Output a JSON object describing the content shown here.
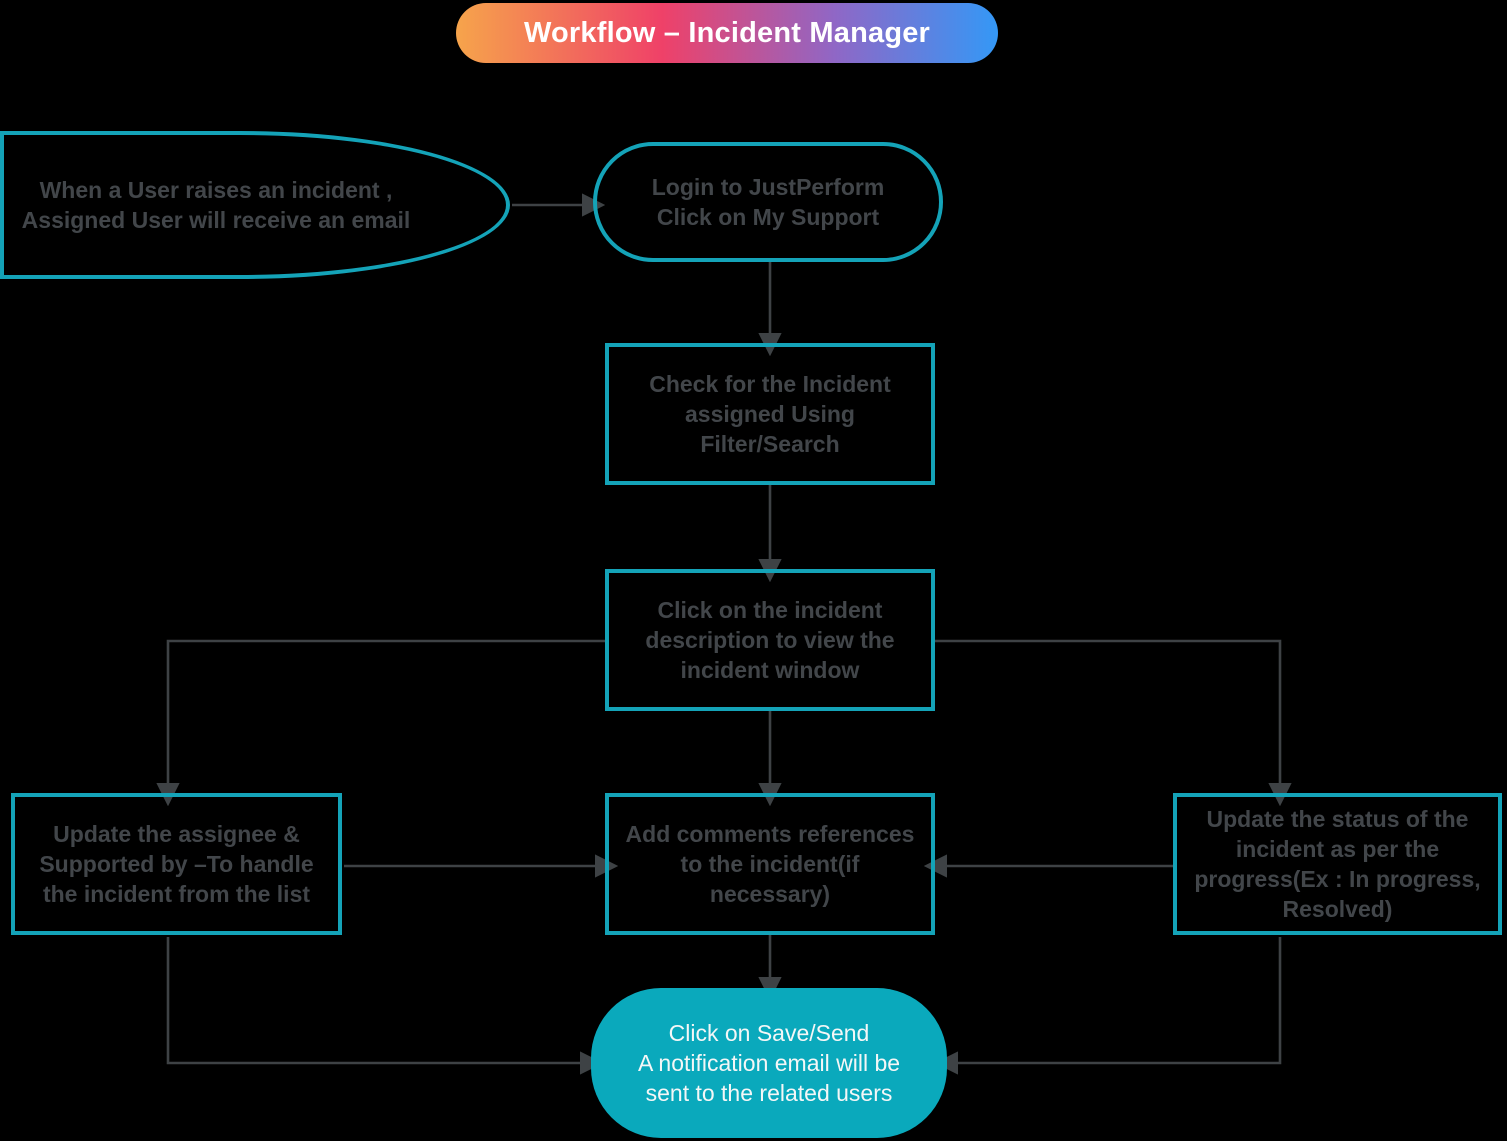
{
  "title": "Workflow – Incident Manager",
  "nodes": {
    "start": {
      "label": "When a User raises an incident ,\nAssigned User will receive an email"
    },
    "login": {
      "label": "Login to JustPerform\nClick on My Support"
    },
    "check": {
      "label": "Check for the Incident\nassigned Using\nFilter/Search"
    },
    "view": {
      "label": "Click on the incident\ndescription to view the\nincident window"
    },
    "assignee": {
      "label": "Update the assignee &\nSupported by –To handle\nthe incident from the list"
    },
    "comments": {
      "label": "Add comments references\nto the incident(if\nnecessary)"
    },
    "status": {
      "label": "Update the status of the\nincident as per the\nprogress(Ex : In progress,\nResolved)"
    },
    "save": {
      "label": "Click on Save/Send\nA notification email will be\nsent to the related users"
    }
  },
  "colors": {
    "node_border": "#14a3b8",
    "end_fill": "#0aa9bc",
    "connector": "#3e4245",
    "node_text": "#42464a",
    "end_text": "#f4f7f7",
    "title_text": "#ffffff",
    "background": "#000000",
    "title_gradient": [
      "#f6a44b",
      "#ef4168",
      "#8f67c6",
      "#3498f6"
    ]
  }
}
